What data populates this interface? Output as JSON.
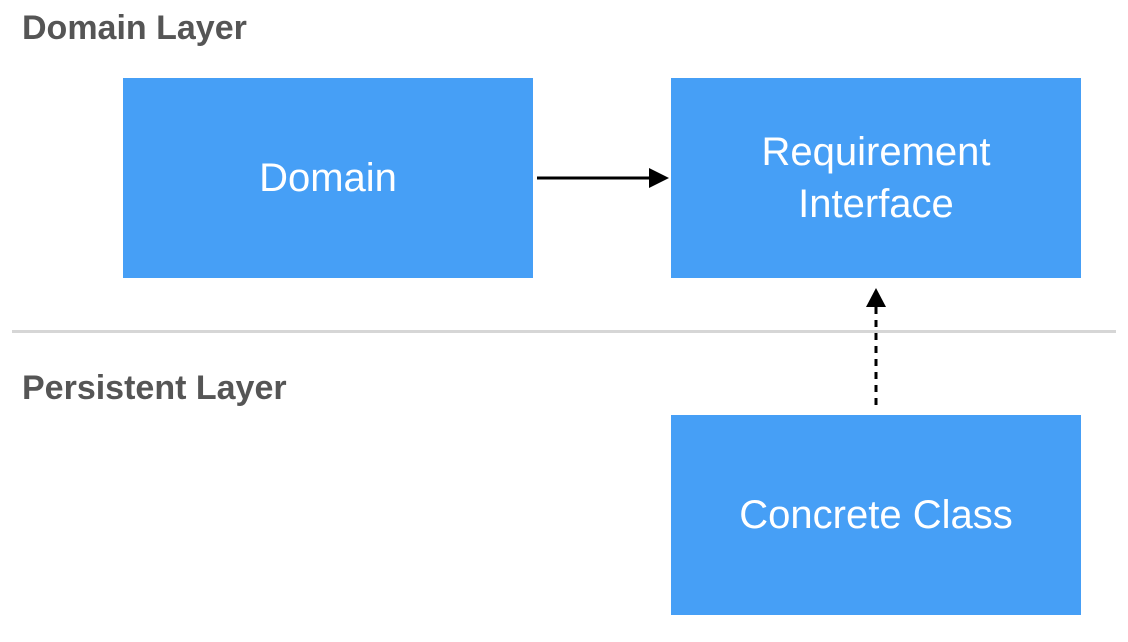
{
  "colors": {
    "box_fill": "#469FF6",
    "box_text": "#FFFFFF",
    "layer_title": "#555555",
    "divider": "#D6D6D6",
    "arrow": "#000000"
  },
  "layers": {
    "domain": {
      "title": "Domain Layer"
    },
    "persistent": {
      "title": "Persistent Layer"
    }
  },
  "nodes": {
    "domain": {
      "label": "Domain"
    },
    "requirement_interface": {
      "label": "Requirement\nInterface"
    },
    "concrete_class": {
      "label": "Concrete Class"
    }
  },
  "edges": [
    {
      "from": "domain",
      "to": "requirement_interface",
      "style": "solid"
    },
    {
      "from": "concrete_class",
      "to": "requirement_interface",
      "style": "dashed"
    }
  ]
}
